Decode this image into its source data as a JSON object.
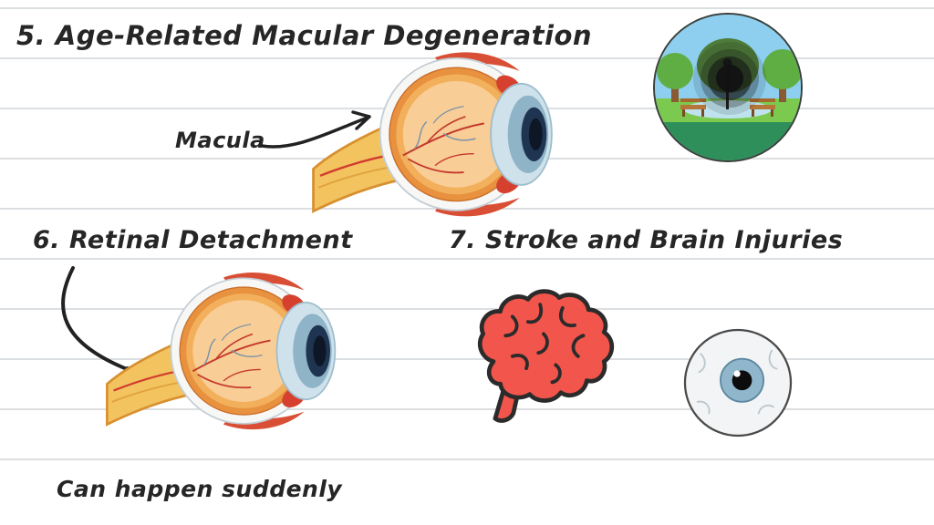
{
  "page": {
    "bg_color": "#ffffff",
    "rule_line_color": "#dcdfe2"
  },
  "amd_section": {
    "heading": "5. Age-Related Macular Degeneration",
    "macula_label": "Macula"
  },
  "retinal_section": {
    "heading": "6. Retinal Detachment",
    "caption": "Can happen suddenly"
  },
  "stroke_section": {
    "heading": "7. Stroke and Brain Injuries"
  },
  "icons": {
    "eye_cross_section": "anatomical eye cross-section with optic nerve, retina and lens",
    "macula_arrow": "curved ink arrow pointing to macula region",
    "retinal_arrow": "curved ink arrow pointing to retina",
    "park_vision": "park scene with dark central blind spot",
    "brain": "red cartoon brain",
    "eyeball": "front-view cartoon eyeball"
  },
  "colors": {
    "ink": "#262626",
    "eye_sclera": "#f7f8f6",
    "eye_choroid": "#e8923f",
    "eye_retina": "#f3b05c",
    "eye_vitreous": "#f9cd96",
    "nerve_yellow": "#f2c35e",
    "lens_blue": "#cfe2ec",
    "iris_navy": "#1f3450",
    "vessel_red": "#c3392c",
    "muscle_red": "#d94f35",
    "brain_red": "#f2554b",
    "sky_blue": "#8ecfef",
    "grass_green": "#7cc94f",
    "dark_green": "#2f8f5b",
    "iris_front_blue": "#8fb6ca"
  }
}
